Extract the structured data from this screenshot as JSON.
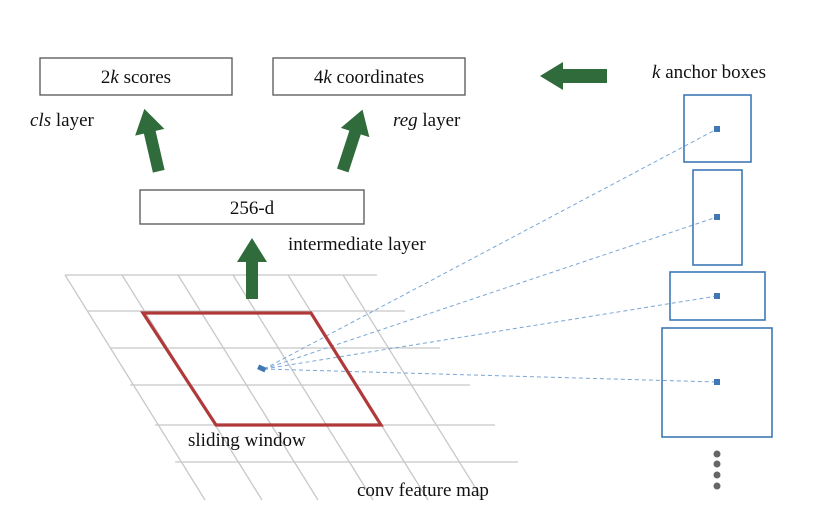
{
  "boxes": {
    "cls_box": {
      "prefix": "2",
      "italic": "k",
      "suffix": " scores"
    },
    "reg_box": {
      "prefix": "4",
      "italic": "k",
      "suffix": " coordinates"
    },
    "intermediate_box": {
      "text": "256-d"
    }
  },
  "labels": {
    "cls_layer": {
      "italic": "cls",
      "suffix": " layer"
    },
    "reg_layer": {
      "italic": "reg",
      "suffix": " layer"
    },
    "intermediate_layer": "intermediate layer",
    "anchor_boxes": {
      "italic": "k",
      "suffix": " anchor boxes"
    },
    "sliding_window": "sliding window",
    "conv_feature_map": "conv feature map"
  },
  "colors": {
    "arrow": "#2f6b3b",
    "window": "#b03a3a",
    "anchor": "#3f78b5",
    "grid": "#c8c8c8",
    "box_border": "#555555",
    "dots": "#666666"
  }
}
